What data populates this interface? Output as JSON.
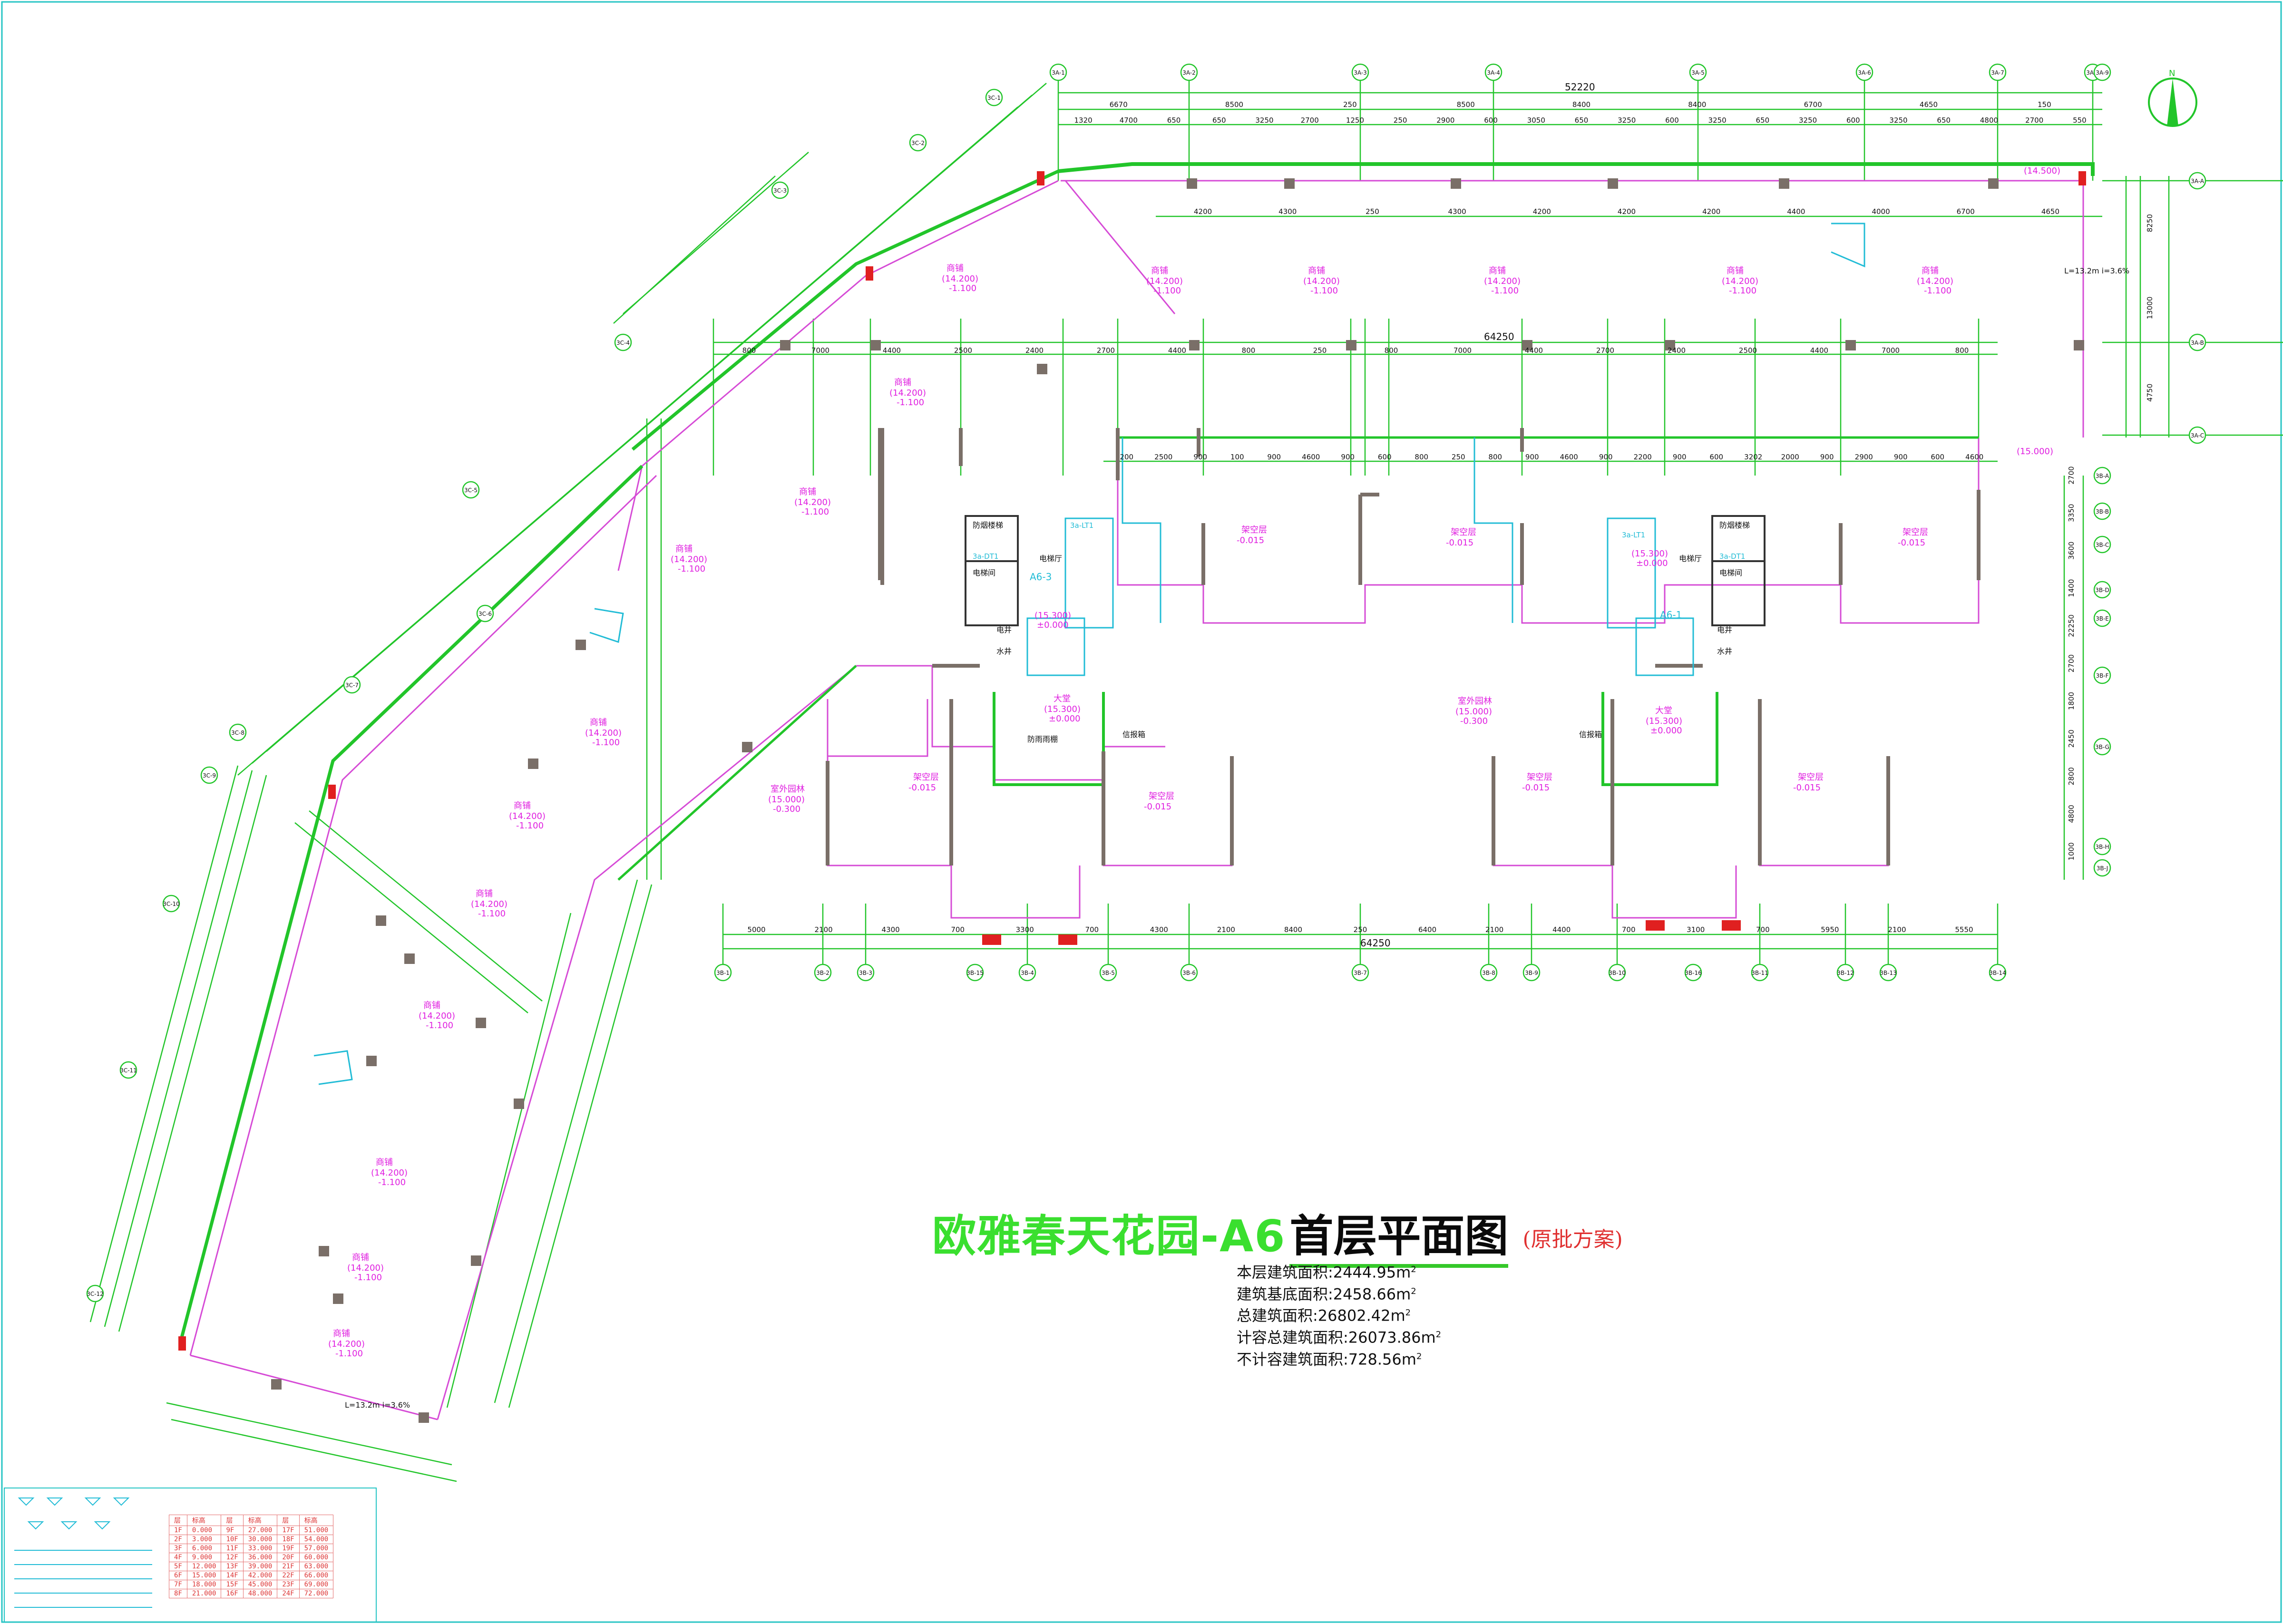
{
  "title": {
    "main": "欧雅春天花园-A6",
    "sub": "首层平面图",
    "note": "(原批方案)"
  },
  "areas": [
    {
      "label": "本层建筑面积:",
      "value": "2444.95m",
      "unit_sup": "2"
    },
    {
      "label": "建筑基底面积:",
      "value": "2458.66m",
      "unit_sup": "2"
    },
    {
      "label": "总建筑面积:",
      "value": "26802.42m",
      "unit_sup": "2"
    },
    {
      "label": "计容总建筑面积:",
      "value": "26073.86m",
      "unit_sup": "2"
    },
    {
      "label": "不计容建筑面积:",
      "value": "728.56m",
      "unit_sup": "2"
    }
  ],
  "dimensions": {
    "top_total": "52220",
    "top_row1": [
      "6670",
      "8500",
      "250",
      "8500",
      "8400",
      "8400",
      "6700",
      "4650",
      "150"
    ],
    "top_row2": [
      "1320",
      "4700",
      "650",
      "650",
      "3250",
      "2700",
      "1250",
      "250",
      "2900",
      "600",
      "3050",
      "650",
      "3250",
      "600",
      "3250",
      "650",
      "3250",
      "600",
      "3250",
      "650",
      "4800",
      "2700",
      "550"
    ],
    "mid_row": [
      "4200",
      "4300",
      "250",
      "4300",
      "4200",
      "4200",
      "4200",
      "4400",
      "4000",
      "6700",
      "4650"
    ],
    "axis_total": "64250",
    "axis_row": [
      "800",
      "7000",
      "4400",
      "2500",
      "2400",
      "2700",
      "4400",
      "800",
      "250",
      "800",
      "7000",
      "4400",
      "2700",
      "2400",
      "2500",
      "4400",
      "7000",
      "800"
    ],
    "unit_row": [
      "200",
      "2500",
      "900",
      "100",
      "900",
      "4600",
      "900",
      "600",
      "800",
      "250",
      "800",
      "900",
      "4600",
      "900",
      "2200",
      "900",
      "600",
      "3202",
      "2000",
      "900",
      "2900",
      "900",
      "600",
      "4600"
    ],
    "bottom_row": [
      "5000",
      "2100",
      "4300",
      "700",
      "3300",
      "700",
      "4300",
      "2100",
      "8400",
      "250",
      "6400",
      "2100",
      "4400",
      "700",
      "3100",
      "700",
      "5950",
      "2100",
      "5550"
    ],
    "bottom_total": "64250",
    "right_side": [
      "8250",
      "13000",
      "4750"
    ],
    "right_lower": [
      "2700",
      "3350",
      "3600",
      "1400",
      "22250",
      "2700",
      "1800",
      "2450",
      "2800",
      "4800",
      "1000"
    ]
  },
  "labels": {
    "shop": "商铺",
    "shop_elev": "(14.200)",
    "shop_rel": "-1.100",
    "void_hall": "架空层",
    "void_elev": "-0.015",
    "lobby": "大堂",
    "lobby_elev": "(15.300)",
    "lobby_rel": "±0.000",
    "garden": "室外园林",
    "garden_elev": "(15.000)",
    "garden_rel": "-0.300",
    "elevator_hall": "电梯厅",
    "fire_elevator": "防烟楼梯",
    "elevator_block": "电梯间",
    "unit_label_left": "A6-3",
    "unit_label_right": "A6-1",
    "water_well": "水井",
    "elec_well": "电井",
    "stair_01": "3a-LT1",
    "stair_dt1": "3a-DT1",
    "ramp_note": "L=13.2m i=3.6%",
    "top_elev": "(14.500)",
    "right_elev": "(15.000)",
    "mailbox": "信报箱",
    "shelter": "防雨雨棚"
  },
  "axis_labels": {
    "top": [
      "3A-1",
      "3A-2",
      "3A-3",
      "3A-4",
      "3A-5",
      "3A-6",
      "3A-7",
      "3A-8",
      "3A-9"
    ],
    "bottom": [
      "3B-1",
      "3B-2",
      "3B-3",
      "3B-4",
      "3B-5",
      "3B-6",
      "3B-7",
      "3B-8",
      "3B-9",
      "3B-10",
      "3B-11",
      "3B-12",
      "3B-13",
      "3B-14",
      "3B-15",
      "3B-16"
    ],
    "right": [
      "3A-A",
      "3A-B",
      "3A-C",
      "3B-A",
      "3B-B",
      "3B-C",
      "3B-D",
      "3B-E",
      "3B-F",
      "3B-G",
      "3B-H",
      "3B-J"
    ],
    "diag_left": [
      "3C-1",
      "3C-2",
      "3C-3",
      "3C-4",
      "3C-5",
      "3C-6",
      "3C-7",
      "3C-8",
      "3C-9",
      "3C-10",
      "3C-11",
      "3C-12"
    ]
  },
  "colors": {
    "dimension": "#22c52a",
    "wall": "#7a6f68",
    "boundary": "#d64bd6",
    "annotation": "#e020e0",
    "cyan": "#22bcd6",
    "red_mark": "#e02020",
    "title_green": "#3adf2f"
  },
  "legend_table": {
    "headers": [
      "层",
      "标高",
      "层",
      "标高",
      "层",
      "标高"
    ],
    "rows": [
      [
        "1F",
        "0.000",
        "9F",
        "27.000",
        "17F",
        "51.000"
      ],
      [
        "2F",
        "3.000",
        "10F",
        "30.000",
        "18F",
        "54.000"
      ],
      [
        "3F",
        "6.000",
        "11F",
        "33.000",
        "19F",
        "57.000"
      ],
      [
        "4F",
        "9.000",
        "12F",
        "36.000",
        "20F",
        "60.000"
      ],
      [
        "5F",
        "12.000",
        "13F",
        "39.000",
        "21F",
        "63.000"
      ],
      [
        "6F",
        "15.000",
        "14F",
        "42.000",
        "22F",
        "66.000"
      ],
      [
        "7F",
        "18.000",
        "15F",
        "45.000",
        "23F",
        "69.000"
      ],
      [
        "8F",
        "21.000",
        "16F",
        "48.000",
        "24F",
        "72.000"
      ]
    ]
  }
}
